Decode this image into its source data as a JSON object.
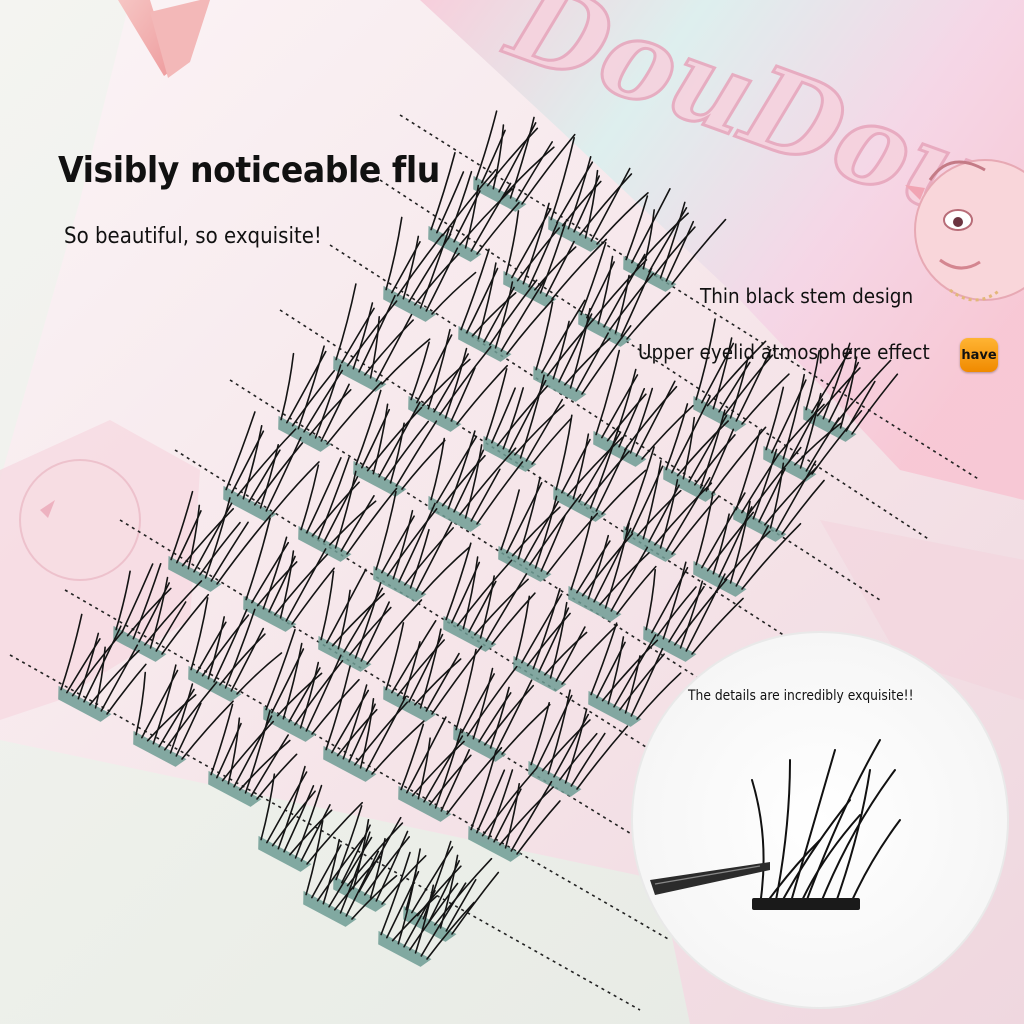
{
  "captions": {
    "headline": "Visibly noticeable flu",
    "subline": "So beautiful, so exquisite!",
    "stem_design": "Thin black stem design",
    "atmosphere": "Upper eyelid atmosphere effect",
    "badge": "have",
    "detail": "The details are incredibly exquisite!!"
  },
  "colors": {
    "card": "#f7eef0",
    "card_pink": "#f5c9d6",
    "lash_base": "#6f9c94",
    "lash": "#141414",
    "tweezer": "#f2b7b7"
  },
  "icons": {
    "badge": "orange-rounded-badge",
    "tweezer": "tweezer-icon"
  }
}
